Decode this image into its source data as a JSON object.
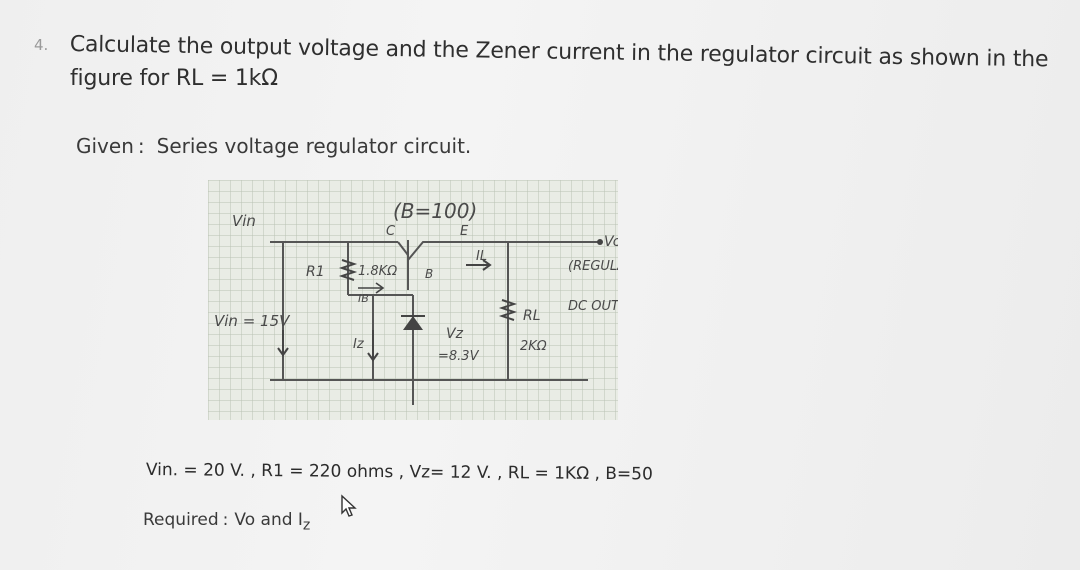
{
  "question": {
    "number": "4.",
    "line1": "Calculate the output voltage and the Zener current in the regulator circuit as shown in the",
    "line2": "figure for RL = 1kΩ"
  },
  "given": {
    "label": "Given",
    "colon": ":",
    "text": "Series voltage regulator circuit."
  },
  "figure": {
    "beta": "(B=100)",
    "vin_top": "Vin",
    "vin_value": "Vin = 15V",
    "c": "C",
    "e": "E",
    "b": "B",
    "r1": "R1",
    "r1_value": "1.8KΩ",
    "ib": "IB",
    "iz": "Iz",
    "il": "IL",
    "vz": "Vz",
    "vz_value": "=8.3V",
    "vo": "Vo",
    "regulated": "(REGULATED",
    "dc_output": "DC OUTPUT)",
    "rl": "RL",
    "rl_value": "2KΩ"
  },
  "values": "Vin. = 20 V. , R1 = 220 ohms , Vz= 12 V. , RL = 1KΩ , B=50",
  "required": {
    "label": "Required",
    "colon": ":",
    "text": "Vo and I",
    "sub": "z"
  }
}
